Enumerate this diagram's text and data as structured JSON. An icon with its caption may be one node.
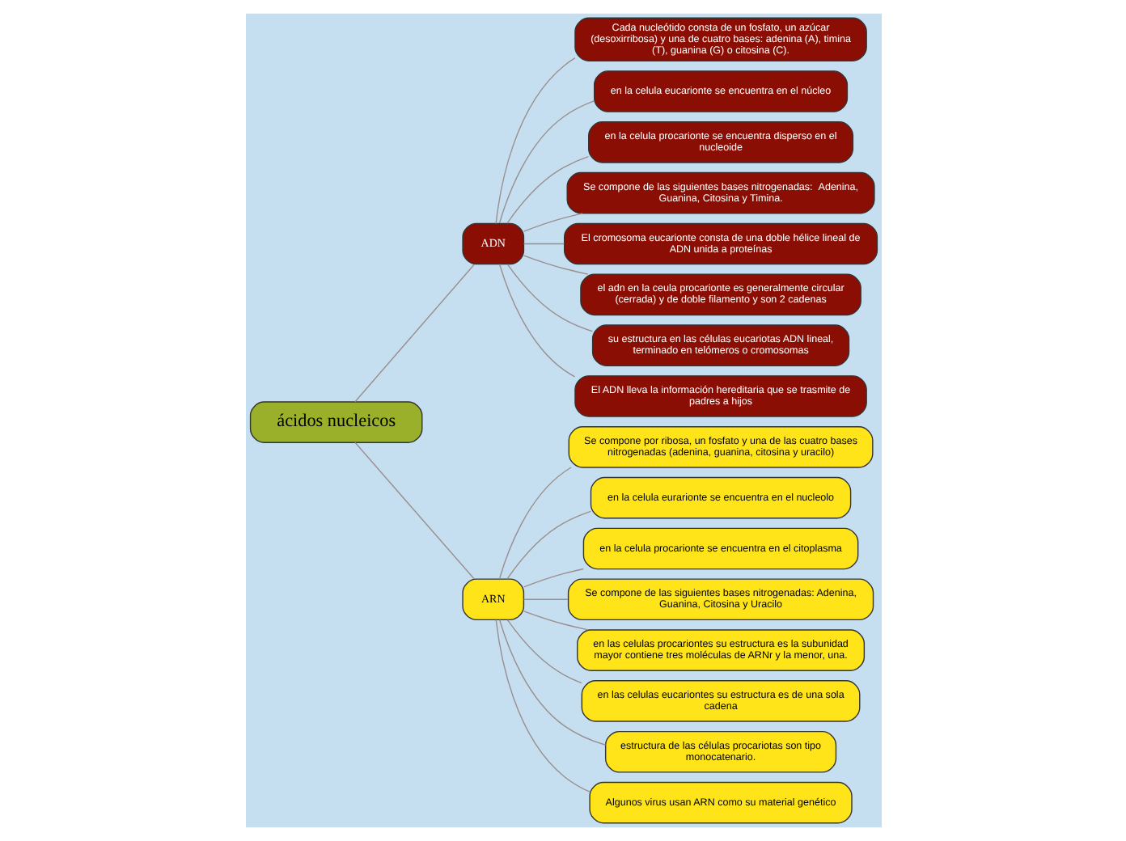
{
  "diagram": {
    "nodes": [
      {
        "text": [
          "ácidos nucleicos"
        ]
      },
      {
        "text": [
          "ADN"
        ]
      },
      {
        "text": [
          "ARN"
        ]
      },
      {
        "text": [
          "Cada nucleótido consta de un fosfato, un azúcar (desoxirribosa) y una de cuatro bases: adenina (A), timina (T), guanina (G) o citosina (C)."
        ]
      },
      {
        "text": [
          "en la celula eucarionte se encuentra en el núcleo"
        ]
      },
      {
        "text": [
          "en la celula procarionte se encuentra disperso en el nucleoide"
        ]
      },
      {
        "text": [
          "Se compone de las siguientes bases nitrogenadas:  Adenina, Guanina, Citosina y Timina."
        ]
      },
      {
        "text": [
          "El cromosoma eucarionte consta de una doble hélice lineal de ADN unida a proteínas"
        ]
      },
      {
        "text": [
          "el adn en la ceula procarionte es generalmente circular (cerrada) y de doble filamento y son 2 cadenas"
        ]
      },
      {
        "text": [
          "su estructura en las células eucariotas ADN lineal, terminado en telómeros o cromosomas"
        ]
      },
      {
        "text": [
          "El ADN lleva la información hereditaria que se trasmite de padres a hijos"
        ]
      },
      {
        "text": [
          "Se compone por ribosa, un fosfato y una de las cuatro bases nitrogenadas (adenina, guanina, citosina y uracilo)"
        ]
      },
      {
        "text": [
          "en la celula eurarionte se encuentra en el nucleolo"
        ]
      },
      {
        "text": [
          "en la celula procarionte se encuentra en el citoplasma"
        ]
      },
      {
        "text": [
          "Se compone de las siguientes bases nitrogenadas: Adenina, Guanina, Citosina y Uracilo"
        ]
      },
      {
        "text": [
          "en las celulas procariontes su estructura es la subunidad mayor contiene tres moléculas de ARNr y la menor, una."
        ]
      },
      {
        "text": [
          "en las celulas eucariontes su estructura es de una sola cadena"
        ]
      },
      {
        "text": [
          "estructura de las células procariotas son tipo monocatenario."
        ]
      },
      {
        "text": [
          "Algunos virus usan ARN como su material genético"
        ]
      }
    ],
    "edges": [
      {
        "from": 0,
        "to": 1,
        "arrow": "none"
      },
      {
        "from": 0,
        "to": 2,
        "arrow": "none"
      },
      {
        "from": 1,
        "to": 3,
        "arrow": "none"
      },
      {
        "from": 1,
        "to": 4,
        "arrow": "none"
      },
      {
        "from": 1,
        "to": 5,
        "arrow": "none"
      },
      {
        "from": 1,
        "to": 6,
        "arrow": "none"
      },
      {
        "from": 1,
        "to": 7,
        "arrow": "none"
      },
      {
        "from": 1,
        "to": 8,
        "arrow": "none"
      },
      {
        "from": 1,
        "to": 9,
        "arrow": "none"
      },
      {
        "from": 1,
        "to": 10,
        "arrow": "none"
      },
      {
        "from": 2,
        "to": 11,
        "arrow": "none"
      },
      {
        "from": 2,
        "to": 12,
        "arrow": "none"
      },
      {
        "from": 2,
        "to": 13,
        "arrow": "none"
      },
      {
        "from": 2,
        "to": 14,
        "arrow": "none"
      },
      {
        "from": 2,
        "to": 15,
        "arrow": "none"
      },
      {
        "from": 2,
        "to": 16,
        "arrow": "none"
      },
      {
        "from": 2,
        "to": 17,
        "arrow": "none"
      },
      {
        "from": 2,
        "to": 18,
        "arrow": "none"
      }
    ]
  }
}
